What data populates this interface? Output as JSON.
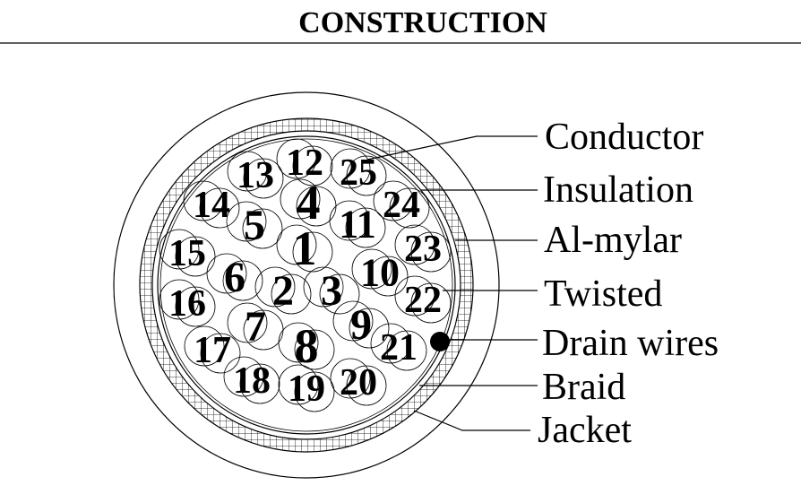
{
  "title": "CONSTRUCTION",
  "conductors": [
    "1",
    "2",
    "3",
    "4",
    "5",
    "6",
    "7",
    "8",
    "9",
    "10",
    "11",
    "12",
    "13",
    "14",
    "15",
    "16",
    "17",
    "18",
    "19",
    "20",
    "21",
    "22",
    "23",
    "24",
    "25"
  ],
  "labels": [
    "Conductor",
    "Insulation",
    "Al-mylar",
    "Twisted",
    "Drain wires",
    "Braid",
    "Jacket"
  ]
}
